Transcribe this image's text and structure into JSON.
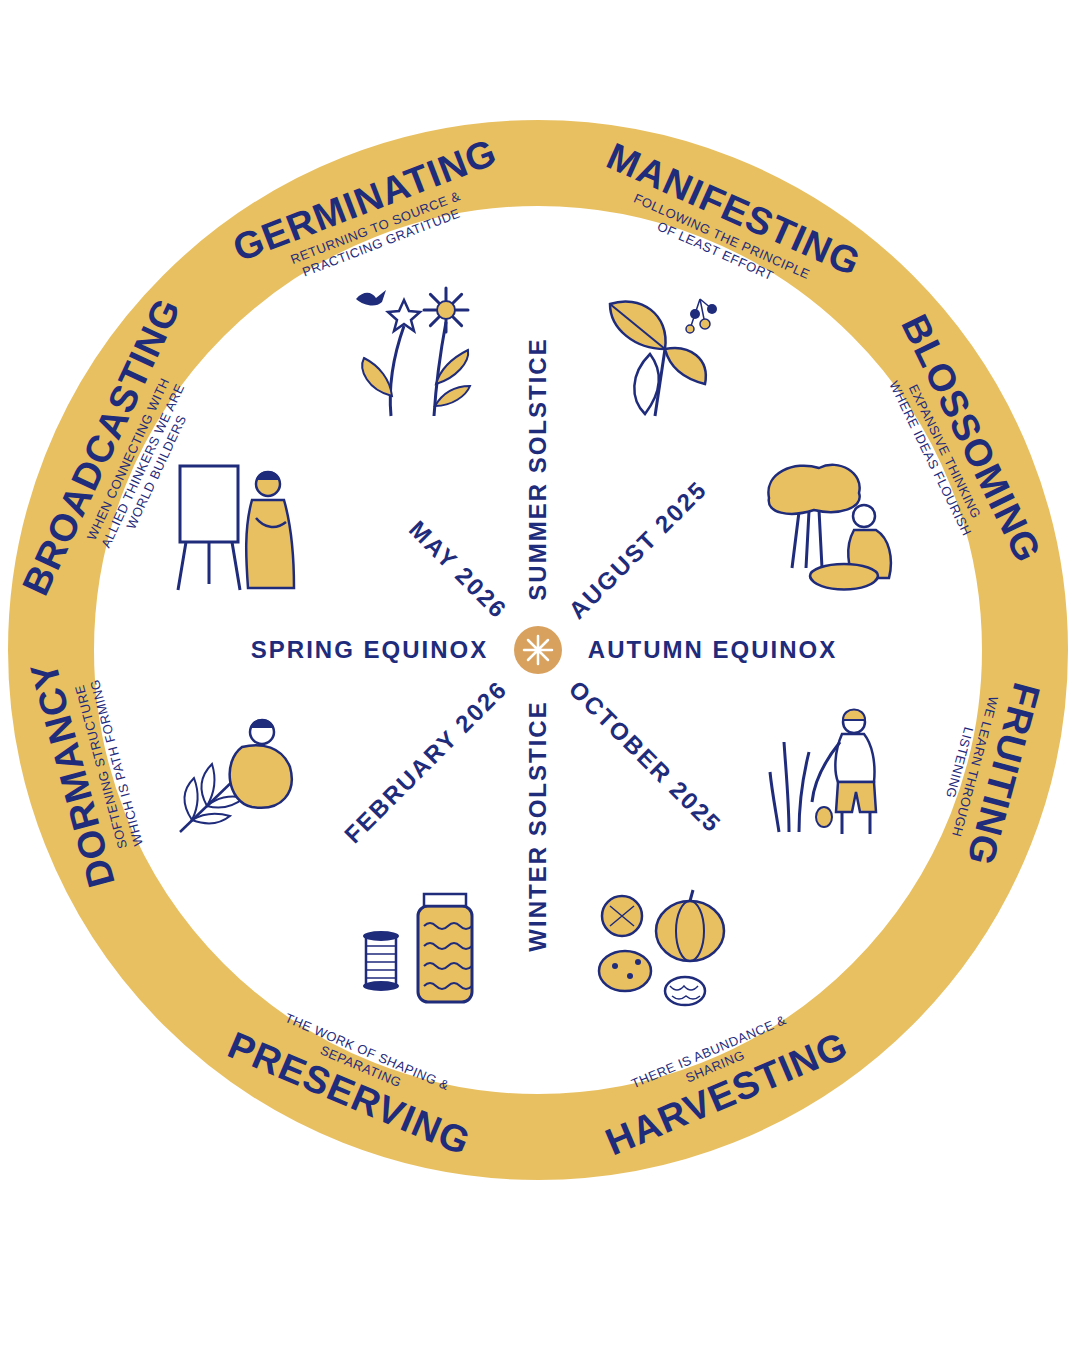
{
  "diagram": {
    "nodes": [
      {
        "text": [
          "GERMINATING",
          "RETURNING TO SOURCE & PRACTICING GRATITUDE"
        ]
      },
      {
        "text": [
          "MANIFESTING",
          "FOLLOWING THE PRINCIPLE OF LEAST EFFORT"
        ]
      },
      {
        "text": [
          "BLOSSOMING",
          "EXPANSIVE THINKING WHERE IDEAS FLOURISH"
        ]
      },
      {
        "text": [
          "FRUITING",
          "WE LEARN THROUGH LISTENING"
        ]
      },
      {
        "text": [
          "HARVESTING",
          "THERE IS ABUNDANCE & SHARING"
        ]
      },
      {
        "text": [
          "PRESERVING",
          "THE WORK OF SHAPING & SEPARATING"
        ]
      },
      {
        "text": [
          "DORMANCY",
          "SOFTENING STRUCTURE WHICH IS PATH FORMING"
        ]
      },
      {
        "text": [
          "BROADCASTING",
          "WHEN CONNECTING WITH ALLIED THINKERS WE ARE WORLD BUILDERS"
        ]
      }
    ],
    "labels": [
      "SUMMER SOLSTICE",
      "AUGUST 2025",
      "AUTUMN EQUINOX",
      "OCTOBER 2025",
      "WINTER SOLSTICE",
      "FEBRUARY 2026",
      "SPRING EQUINOX",
      "MAY 2026"
    ]
  }
}
